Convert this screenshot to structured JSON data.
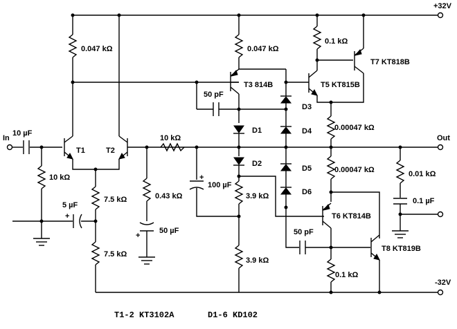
{
  "rails": {
    "positive": "+32V",
    "negative": "-32V"
  },
  "terminals": {
    "input": "In",
    "output": "Out"
  },
  "components": {
    "c_in": "10 µF",
    "r_in": "10 kΩ",
    "r_tail": "0.047 kΩ",
    "t1": "T1",
    "t2": "T2",
    "c_fb": "5 µF",
    "r_bias1": "7.5 kΩ",
    "r_bias2": "7.5 kΩ",
    "r_vas_emitter": "0.047 kΩ",
    "t3": "T3 814B",
    "c_miller": "50 pF",
    "d1": "D1",
    "d2": "D2",
    "r_fb": "10 kΩ",
    "r_fb_gnd": "0.43 kΩ",
    "c_fb_gnd": "50 µF",
    "c_boot": "100 µF",
    "r_load1": "3.9 kΩ",
    "r_load2": "3.9 kΩ",
    "r_t5": "0.1 kΩ",
    "t7": "T7 KT818B",
    "t5": "T5 KT815B",
    "d3": "D3",
    "d4": "D4",
    "d5": "D5",
    "d6": "D6",
    "r_e1": "0.00047 kΩ",
    "r_e2": "0.00047 kΩ",
    "t6": "T6 KT814B",
    "c_t6": "50 pF",
    "t8": "T8 KT819B",
    "r_t6": "0.1 kΩ",
    "r_zobel": "0.01 kΩ",
    "c_zobel": "0.1 µF"
  },
  "footer": {
    "transistors": "T1-2 KT3102A",
    "diodes": "D1-6 KD102"
  }
}
